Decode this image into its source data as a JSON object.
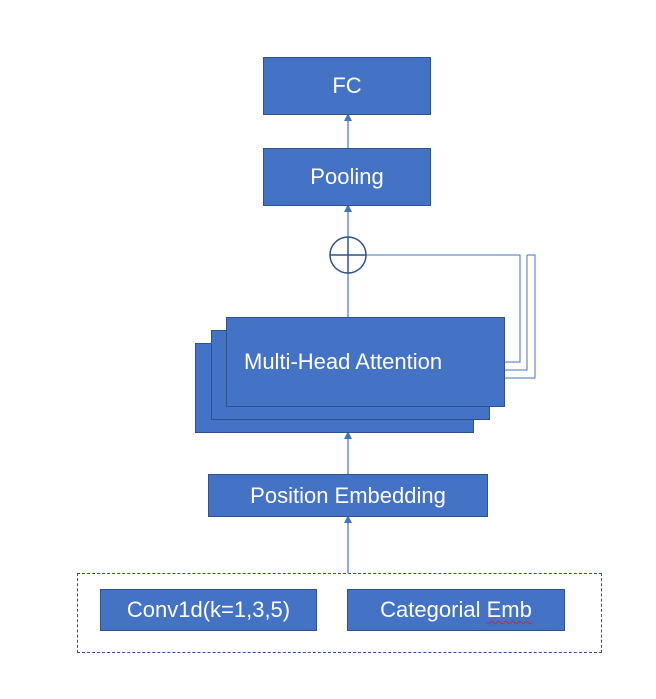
{
  "diagram": {
    "fc_label": "FC",
    "pooling_label": "Pooling",
    "attention_label": "Multi-Head Attention",
    "position_label": "Position Embedding",
    "conv_label": "Conv1d(k=1,3,5)",
    "categorial_prefix": "Categorial ",
    "categorial_word": "Emb"
  },
  "colors": {
    "box_fill": "#4472c4",
    "box_border": "#2f528f",
    "text": "#ffffff",
    "connector": "#4472c4"
  }
}
